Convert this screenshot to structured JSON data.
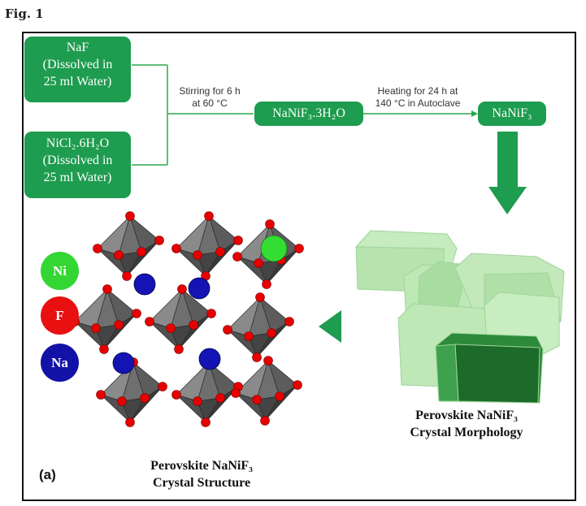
{
  "figure": {
    "label": "Fig. 1"
  },
  "boxes": {
    "naf": {
      "l1": "NaF",
      "l2": "(Dissolved in",
      "l3": "25 ml Water)"
    },
    "nicl": {
      "l1": "NiCl₂.6H₂O",
      "l2": "(Dissolved in",
      "l3": "25 ml Water)"
    },
    "intermediate": "NaNiF₃.3H₂O",
    "product": "NaNiF₃"
  },
  "steps": {
    "stir": {
      "l1": "Stirring for 6 h",
      "l2": "at 60 °C"
    },
    "heat": {
      "l1": "Heating for 24 h at",
      "l2": "140 °C in Autoclave"
    }
  },
  "legend": {
    "ni": "Ni",
    "f": "F",
    "na": "Na"
  },
  "colors": {
    "box_green": "#1e9c4f",
    "ni": "#2ecc2e",
    "f": "#e00000",
    "na": "#1010a8",
    "octahedron": "#6e6e6e",
    "crystal_light": "#b8e6b0",
    "crystal_dark": "#1c6b2a"
  },
  "captions": {
    "structure": {
      "l1": "Perovskite NaNiF₃",
      "l2": "Crystal Structure"
    },
    "morphology": {
      "l1": "Perovskite NaNiF₃",
      "l2": "Crystal Morphology"
    }
  },
  "panel_label": "(a)"
}
